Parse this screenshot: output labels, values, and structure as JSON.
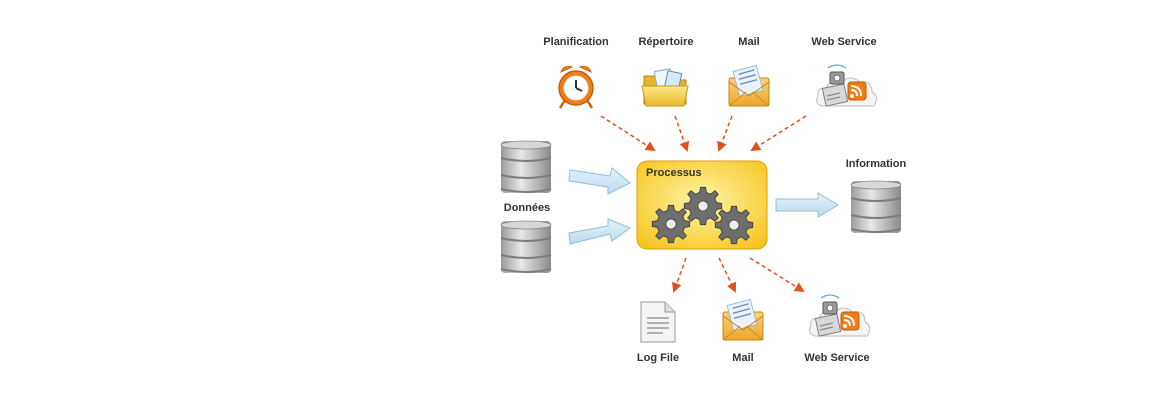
{
  "inputs": [
    {
      "label": "Planification",
      "icon": "alarm-clock-icon"
    },
    {
      "label": "Répertoire",
      "icon": "folder-icon"
    },
    {
      "label": "Mail",
      "icon": "mail-icon"
    },
    {
      "label": "Web Service",
      "icon": "web-service-icon"
    }
  ],
  "data_source": {
    "label": "Données",
    "icon": "database-icon"
  },
  "process": {
    "label": "Processus",
    "icon": "gears-icon"
  },
  "output_information": {
    "label": "Information",
    "icon": "database-icon"
  },
  "outputs": [
    {
      "label": "Log File",
      "icon": "log-file-icon"
    },
    {
      "label": "Mail",
      "icon": "mail-icon"
    },
    {
      "label": "Web Service",
      "icon": "web-service-icon"
    }
  ],
  "colors": {
    "arrow_dashed": "#e0521c",
    "arrow_flow_fill": "#cfe6f3",
    "arrow_flow_stroke": "#8fbfd9",
    "process_fill_light": "#fff6a8",
    "process_fill_dark": "#f6c21a",
    "process_border": "#d9a300"
  }
}
